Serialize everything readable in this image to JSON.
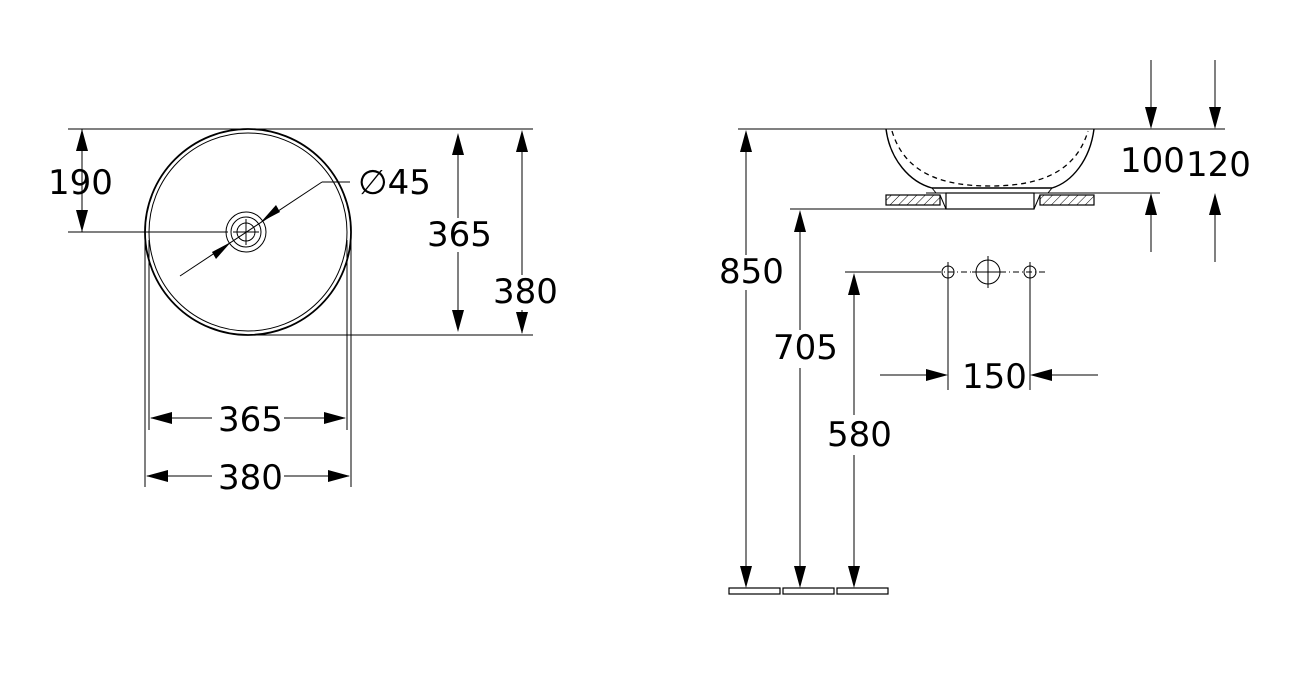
{
  "plan_view": {
    "dim_190": "190",
    "dim_45": "∅45",
    "dim_365_vertical": "365",
    "dim_380_vertical": "380",
    "dim_365_horizontal": "365",
    "dim_380_horizontal": "380"
  },
  "side_view": {
    "dim_100": "100",
    "dim_120": "120",
    "dim_850": "850",
    "dim_705": "705",
    "dim_580": "580",
    "dim_150": "150"
  }
}
